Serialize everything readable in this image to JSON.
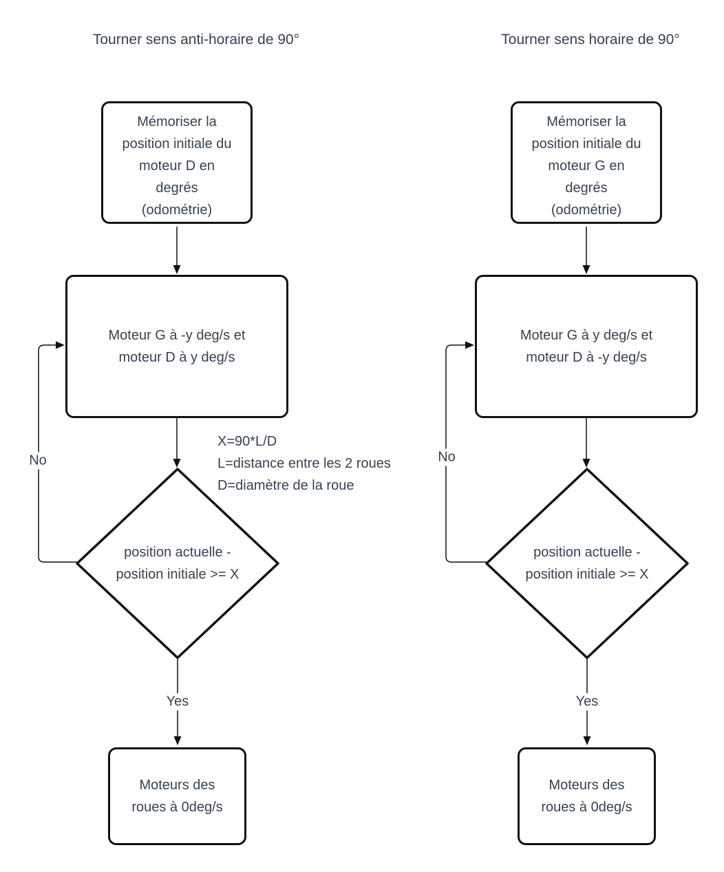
{
  "colors": {
    "background": "#ffffff",
    "node_fill": "#ffffff",
    "stroke": "#111111",
    "text": "#374151"
  },
  "charts": [
    {
      "title": "Tourner sens anti-horaire de 90°",
      "memorize_lines": [
        "Mémoriser la",
        "position initiale du",
        "moteur D en",
        "degrés",
        "(odométrie)"
      ],
      "motors_lines": [
        "Moteur G à -y deg/s et",
        "moteur D à y deg/s"
      ],
      "condition_lines": [
        "position actuelle -",
        "position initiale >= X"
      ],
      "stop_lines": [
        "Moteurs des",
        "roues à 0deg/s"
      ],
      "no_label": "No",
      "yes_label": "Yes"
    },
    {
      "title": "Tourner sens horaire de 90°",
      "memorize_lines": [
        "Mémoriser la",
        "position initiale du",
        "moteur G en",
        "degrés",
        "(odométrie)"
      ],
      "motors_lines": [
        "Moteur G à y deg/s et",
        "moteur D à -y deg/s"
      ],
      "condition_lines": [
        "position actuelle -",
        "position initiale >= X"
      ],
      "stop_lines": [
        "Moteurs des",
        "roues à 0deg/s"
      ],
      "no_label": "No",
      "yes_label": "Yes"
    }
  ],
  "annotation_lines": [
    "X=90*L/D",
    "L=distance entre les 2 roues",
    "D=diamètre de la roue"
  ]
}
